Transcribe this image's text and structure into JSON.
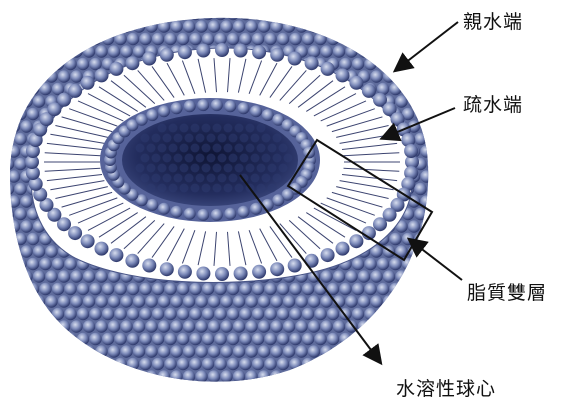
{
  "labels": {
    "hydrophilic": "親水端",
    "hydrophobic": "疏水端",
    "lipid_bilayer": "脂質雙層",
    "aqueous_core": "水溶性球心"
  },
  "colors": {
    "bead_light": "#b9c2dc",
    "bead_mid": "#6f7db0",
    "bead_dark": "#2a3566",
    "core": "#1a2250",
    "tail": "#3c4470",
    "background": "#ffffff"
  }
}
